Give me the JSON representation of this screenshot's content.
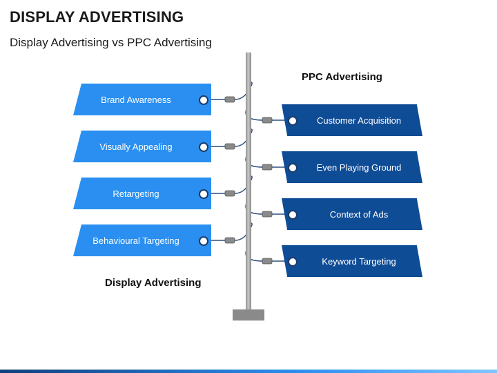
{
  "header": {
    "title": "DISPLAY ADVERTISING",
    "subtitle": "Display Advertising vs PPC Advertising"
  },
  "sections": {
    "left_label": "Display Advertising",
    "right_label": "PPC Advertising"
  },
  "left_items": [
    {
      "label": "Brand Awareness"
    },
    {
      "label": "Visually Appealing"
    },
    {
      "label": "Retargeting"
    },
    {
      "label": "Behavioural Targeting"
    }
  ],
  "right_items": [
    {
      "label": "Customer Acquisition"
    },
    {
      "label": "Even Playing Ground"
    },
    {
      "label": "Context of Ads"
    },
    {
      "label": "Keyword Targeting"
    }
  ],
  "colors": {
    "left_tag": "#2a8ff0",
    "right_tag": "#0f4c96",
    "pole": "#8a8a8a"
  }
}
